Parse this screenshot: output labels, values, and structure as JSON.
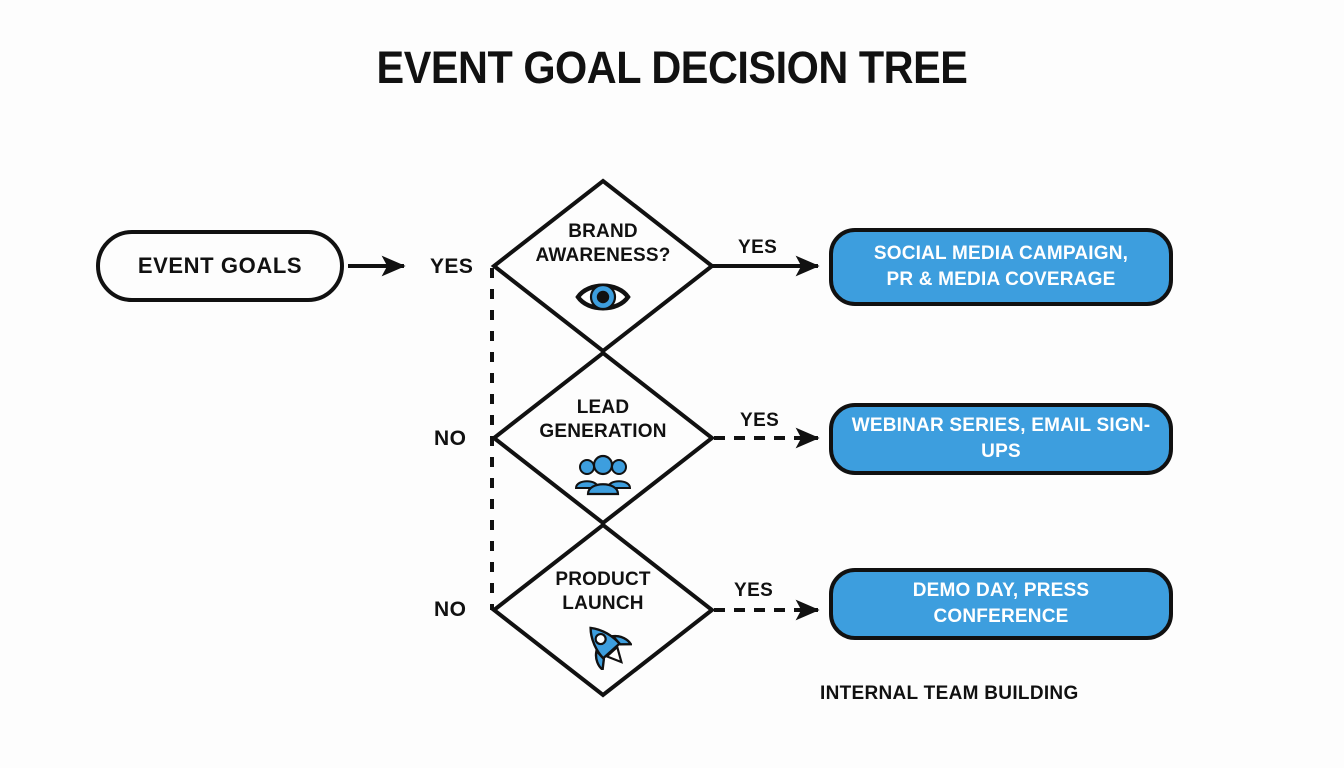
{
  "title": "EVENT GOAL DECISION TREE",
  "start": {
    "label": "EVENT GOALS",
    "shape": "rounded-rectangle"
  },
  "trunk_labels": [
    {
      "text": "YES"
    },
    {
      "text": "NO"
    },
    {
      "text": "NO"
    }
  ],
  "decisions": [
    {
      "line1": "BRAND",
      "line2": "AWARENESS?",
      "icon": "eye-icon",
      "edge_label": "YES",
      "edge_style": "solid"
    },
    {
      "line1": "LEAD",
      "line2": "GENERATION",
      "icon": "people-group-icon",
      "edge_label": "YES",
      "edge_style": "dashed"
    },
    {
      "line1": "PRODUCT",
      "line2": "LAUNCH",
      "icon": "rocket-icon",
      "edge_label": "YES",
      "edge_style": "dashed"
    }
  ],
  "outcomes": [
    {
      "line1": "SOCIAL MEDIA CAMPAIGN,",
      "line2": "PR & MEDIA COVERAGE"
    },
    {
      "line1": "WEBINAR SERIES, EMAIL SIGN-UPS",
      "line2": ""
    },
    {
      "line1": "DEMO DAY, PRESS CONFERENCE",
      "line2": ""
    }
  ],
  "footnote": "INTERNAL TEAM BUILDING",
  "colors": {
    "accent_blue": "#3d9ede",
    "stroke_black": "#111111",
    "background": "#fdfdfd",
    "text_white": "#ffffff"
  }
}
